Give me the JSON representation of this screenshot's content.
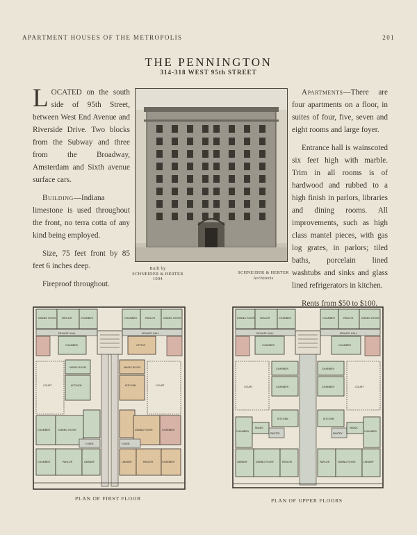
{
  "running_head": {
    "left": "APARTMENT HOUSES OF THE METROPOLIS",
    "page_number": "201"
  },
  "title": "THE PENNINGTON",
  "address": "314-318 WEST 95th STREET",
  "left_column": {
    "intro_dropcap": "L",
    "intro_rest": "OCATED on the south side of 95th Street, between West End Avenue and Riverside Drive. Two blocks from the Subway and three from the Broadway, Amsterdam and Sixth avenue surface cars.",
    "building_heading": "Building",
    "building_text": "—Indiana limestone is used throughout the front, no terra cotta of any kind being employed.",
    "size_text": "Size, 75 feet front by 85 feet 6 inches deep.",
    "fireproof_text": "Fireproof throughout."
  },
  "right_column": {
    "apartments_heading": "Apartments",
    "apartments_text": "—There are four apartments on a floor, in suites of four, five, seven and eight rooms and large foyer.",
    "entrance_text": "Entrance hall is wainscoted six feet high with marble. Trim in all rooms is of hardwood and rubbed to a high finish in parlors, libraries and dining rooms. All improvements, such as high class mantel pieces, with gas log grates, in parlors; tiled baths, porcelain lined washtubs and sinks and glass lined refrigerators in kitchen.",
    "rents_text": "Rents from $50 to $100."
  },
  "photo_credits": {
    "built_by": "Built by",
    "builder": "SCHNEIDER & HERTER",
    "year": "1904",
    "architect_name": "SCHNEIDER & HERTER",
    "architect_role": "Architects"
  },
  "plans": {
    "first_floor_label": "PLAN OF FIRST FLOOR",
    "upper_floors_label": "PLAN OF UPPER FLOORS",
    "first_rooms": {
      "dining_nw": "DINING ROOM",
      "parlor_nw": "PARLOR",
      "chamber_nw": "CHAMBER",
      "chamber_ne": "CHAMBER",
      "parlor_ne": "PARLOR",
      "dining_ne": "DINING ROOM",
      "private_hall_w": "PRIVATE HALL",
      "private_hall_e": "PRIVATE HALL",
      "chamber_w": "CHAMBER",
      "office": "OFFICE",
      "maids_w": "MAIDS ROOM",
      "maids_e": "MAIDS ROOM",
      "court_w": "COURT",
      "kitchen_w": "KITCHEN",
      "kitchen_e": "KITCHEN",
      "court_e": "COURT",
      "chamber_sw": "CHAMBER",
      "dining_sw": "DINING ROOM",
      "dining_se": "DINING ROOM",
      "chamber_se": "CHAMBER",
      "foyer_w": "FOYER",
      "foyer_e": "FOYER",
      "chamber_s1": "CHAMBER",
      "parlor_s1": "PARLOR",
      "library_s1": "LIBRARY",
      "library_s2": "LIBRARY",
      "parlor_s2": "PARLOR",
      "chamber_s2": "CHAMBER"
    },
    "upper_rooms": {
      "dining_nw": "DINING ROOM",
      "parlor_nw": "PARLOR",
      "chamber_nw": "CHAMBER",
      "chamber_ne": "CHAMBER",
      "parlor_ne": "PARLOR",
      "dining_ne": "DINING ROOM",
      "private_hall_w": "PRIVATE HALL",
      "private_hall_e": "PRIVATE HALL",
      "chamber_w": "CHAMBER",
      "chamber_e": "CHAMBER",
      "chamber_cw1": "CHAMBER",
      "chamber_ce1": "CHAMBER",
      "court_w": "COURT",
      "chamber_cw2": "CHAMBER",
      "chamber_ce2": "CHAMBER",
      "court_e": "COURT",
      "kitchen_w": "KITCHEN",
      "kitchen_e": "KITCHEN",
      "chamber_sw": "CHAMBER",
      "maids_w": "MAIDS",
      "maids_e": "MAIDS",
      "chamber_se": "CHAMBER",
      "pantry_w": "PANTRY",
      "pantry_e": "PANTRY",
      "library_s1": "LIBRARY",
      "dining_s1": "DINING ROOM",
      "parlor_s1": "PARLOR",
      "parlor_s2": "PARLOR",
      "dining_s2": "DINING ROOM",
      "library_s2": "LIBRARY"
    }
  },
  "colors": {
    "paper": "#ebe5d8",
    "ink": "#2f2a24",
    "room_green": "#c9d6c1",
    "room_tan": "#dfc4a0",
    "room_rose": "#d7b2a6",
    "hall_gray": "#cfd2c8"
  }
}
